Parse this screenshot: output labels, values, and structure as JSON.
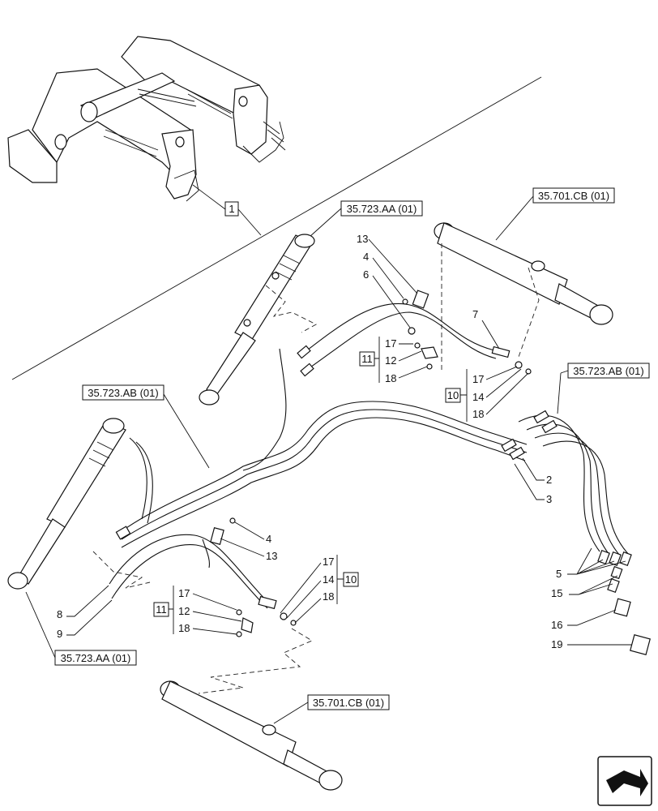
{
  "refs": {
    "r1": "35.723.AA (01)",
    "r2": "35.701.CB (01)",
    "r3": "35.723.AB (01)",
    "r4": "35.723.AB (01)",
    "r5": "35.723.AA (01)",
    "r6": "35.701.CB (01)"
  },
  "box_numbers": {
    "b1": "1",
    "b11a": "11",
    "b10a": "10",
    "b11b": "11",
    "b10b": "10"
  },
  "callouts": {
    "n13a": "13",
    "n4a": "4",
    "n6": "6",
    "n7": "7",
    "n17a": "17",
    "n12a": "12",
    "n18a": "18",
    "n17b": "17",
    "n14a": "14",
    "n18b": "18",
    "n2": "2",
    "n3": "3",
    "n4b": "4",
    "n13b": "13",
    "n8": "8",
    "n9": "9",
    "n17c": "17",
    "n12b": "12",
    "n18c": "18",
    "n17d": "17",
    "n14b": "14",
    "n18d": "18",
    "n5": "5",
    "n15": "15",
    "n16": "16",
    "n19": "19"
  },
  "nav_icon": "navigation-arrow-icon"
}
